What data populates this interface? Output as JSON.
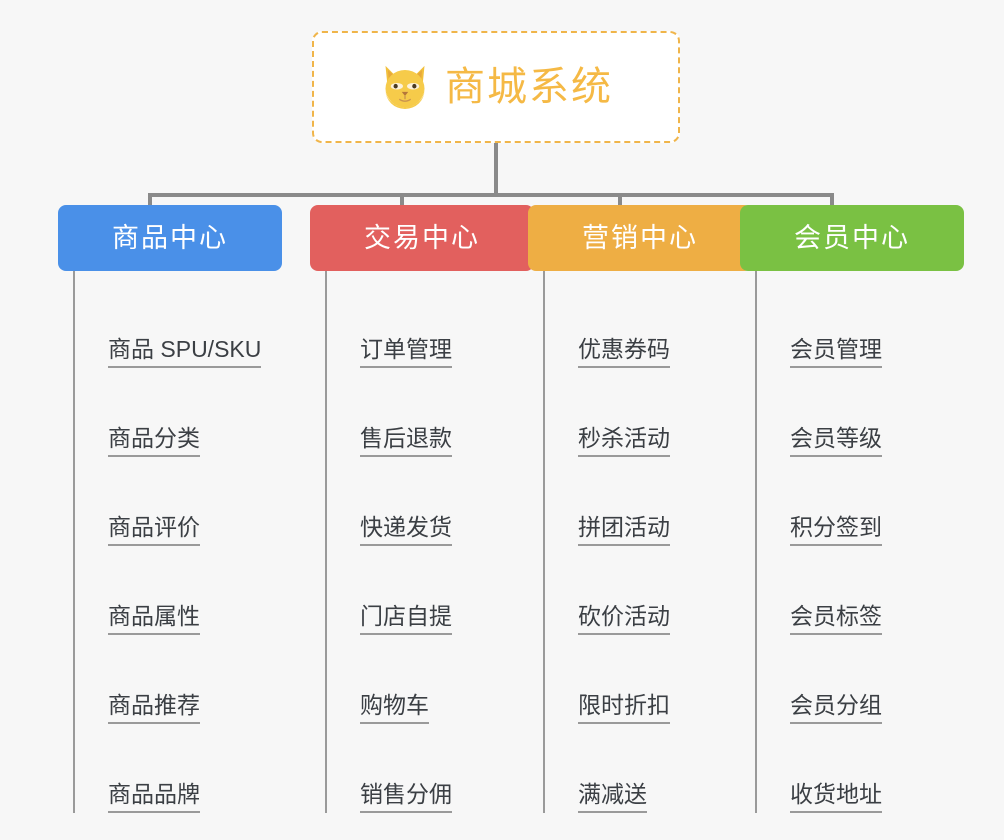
{
  "diagram": {
    "background_color": "#f7f7f7",
    "root": {
      "title": "商城系统",
      "icon": "shiba-dog-face-icon",
      "accent_color": "#f5b945",
      "border_color": "#f0b54a"
    },
    "columns": [
      {
        "category": "商品中心",
        "color": "#4a90e8",
        "items": [
          "商品 SPU/SKU",
          "商品分类",
          "商品评价",
          "商品属性",
          "商品推荐",
          "商品品牌"
        ]
      },
      {
        "category": "交易中心",
        "color": "#e2605e",
        "items": [
          "订单管理",
          "售后退款",
          "快递发货",
          "门店自提",
          "购物车",
          "销售分佣"
        ]
      },
      {
        "category": "营销中心",
        "color": "#eeae44",
        "items": [
          "优惠券码",
          "秒杀活动",
          "拼团活动",
          "砍价活动",
          "限时折扣",
          "满减送"
        ]
      },
      {
        "category": "会员中心",
        "color": "#7ac143",
        "items": [
          "会员管理",
          "会员等级",
          "积分签到",
          "会员标签",
          "会员分组",
          "收货地址"
        ]
      }
    ]
  }
}
